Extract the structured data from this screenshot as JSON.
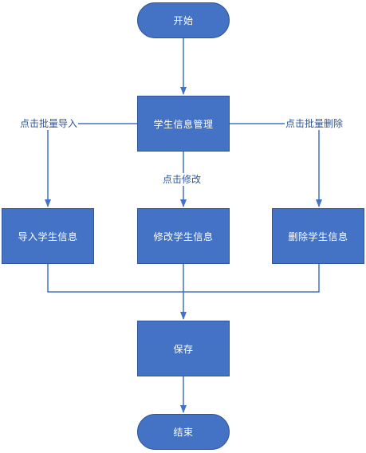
{
  "nodes": {
    "start": "开始",
    "manage": "学生信息管理",
    "import": "导入学生信息",
    "modify": "修改学生信息",
    "delete": "删除学生信息",
    "save": "保存",
    "end": "结束"
  },
  "edge_labels": {
    "import": "点击批量导入",
    "modify": "点击修改",
    "delete": "点击批量删除"
  },
  "colors": {
    "node_fill": "#4472c4",
    "node_border": "#2f5597",
    "connector": "#4472c4",
    "label_text": "#2f5597"
  }
}
